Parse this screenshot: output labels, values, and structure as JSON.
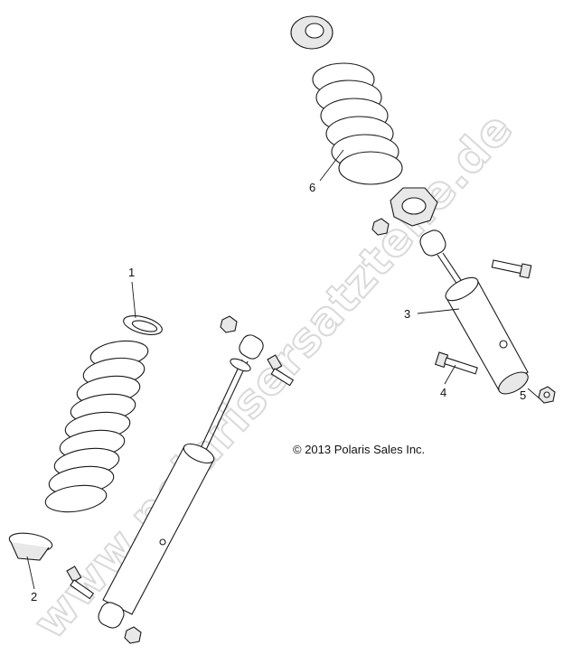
{
  "copyright": "© 2013 Polaris Sales Inc.",
  "watermark": "www.polarisersatzteile.de",
  "callouts": [
    {
      "id": "1",
      "label": "1"
    },
    {
      "id": "2",
      "label": "2"
    },
    {
      "id": "3",
      "label": "3"
    },
    {
      "id": "4",
      "label": "4"
    },
    {
      "id": "5",
      "label": "5"
    },
    {
      "id": "6",
      "label": "6"
    }
  ]
}
